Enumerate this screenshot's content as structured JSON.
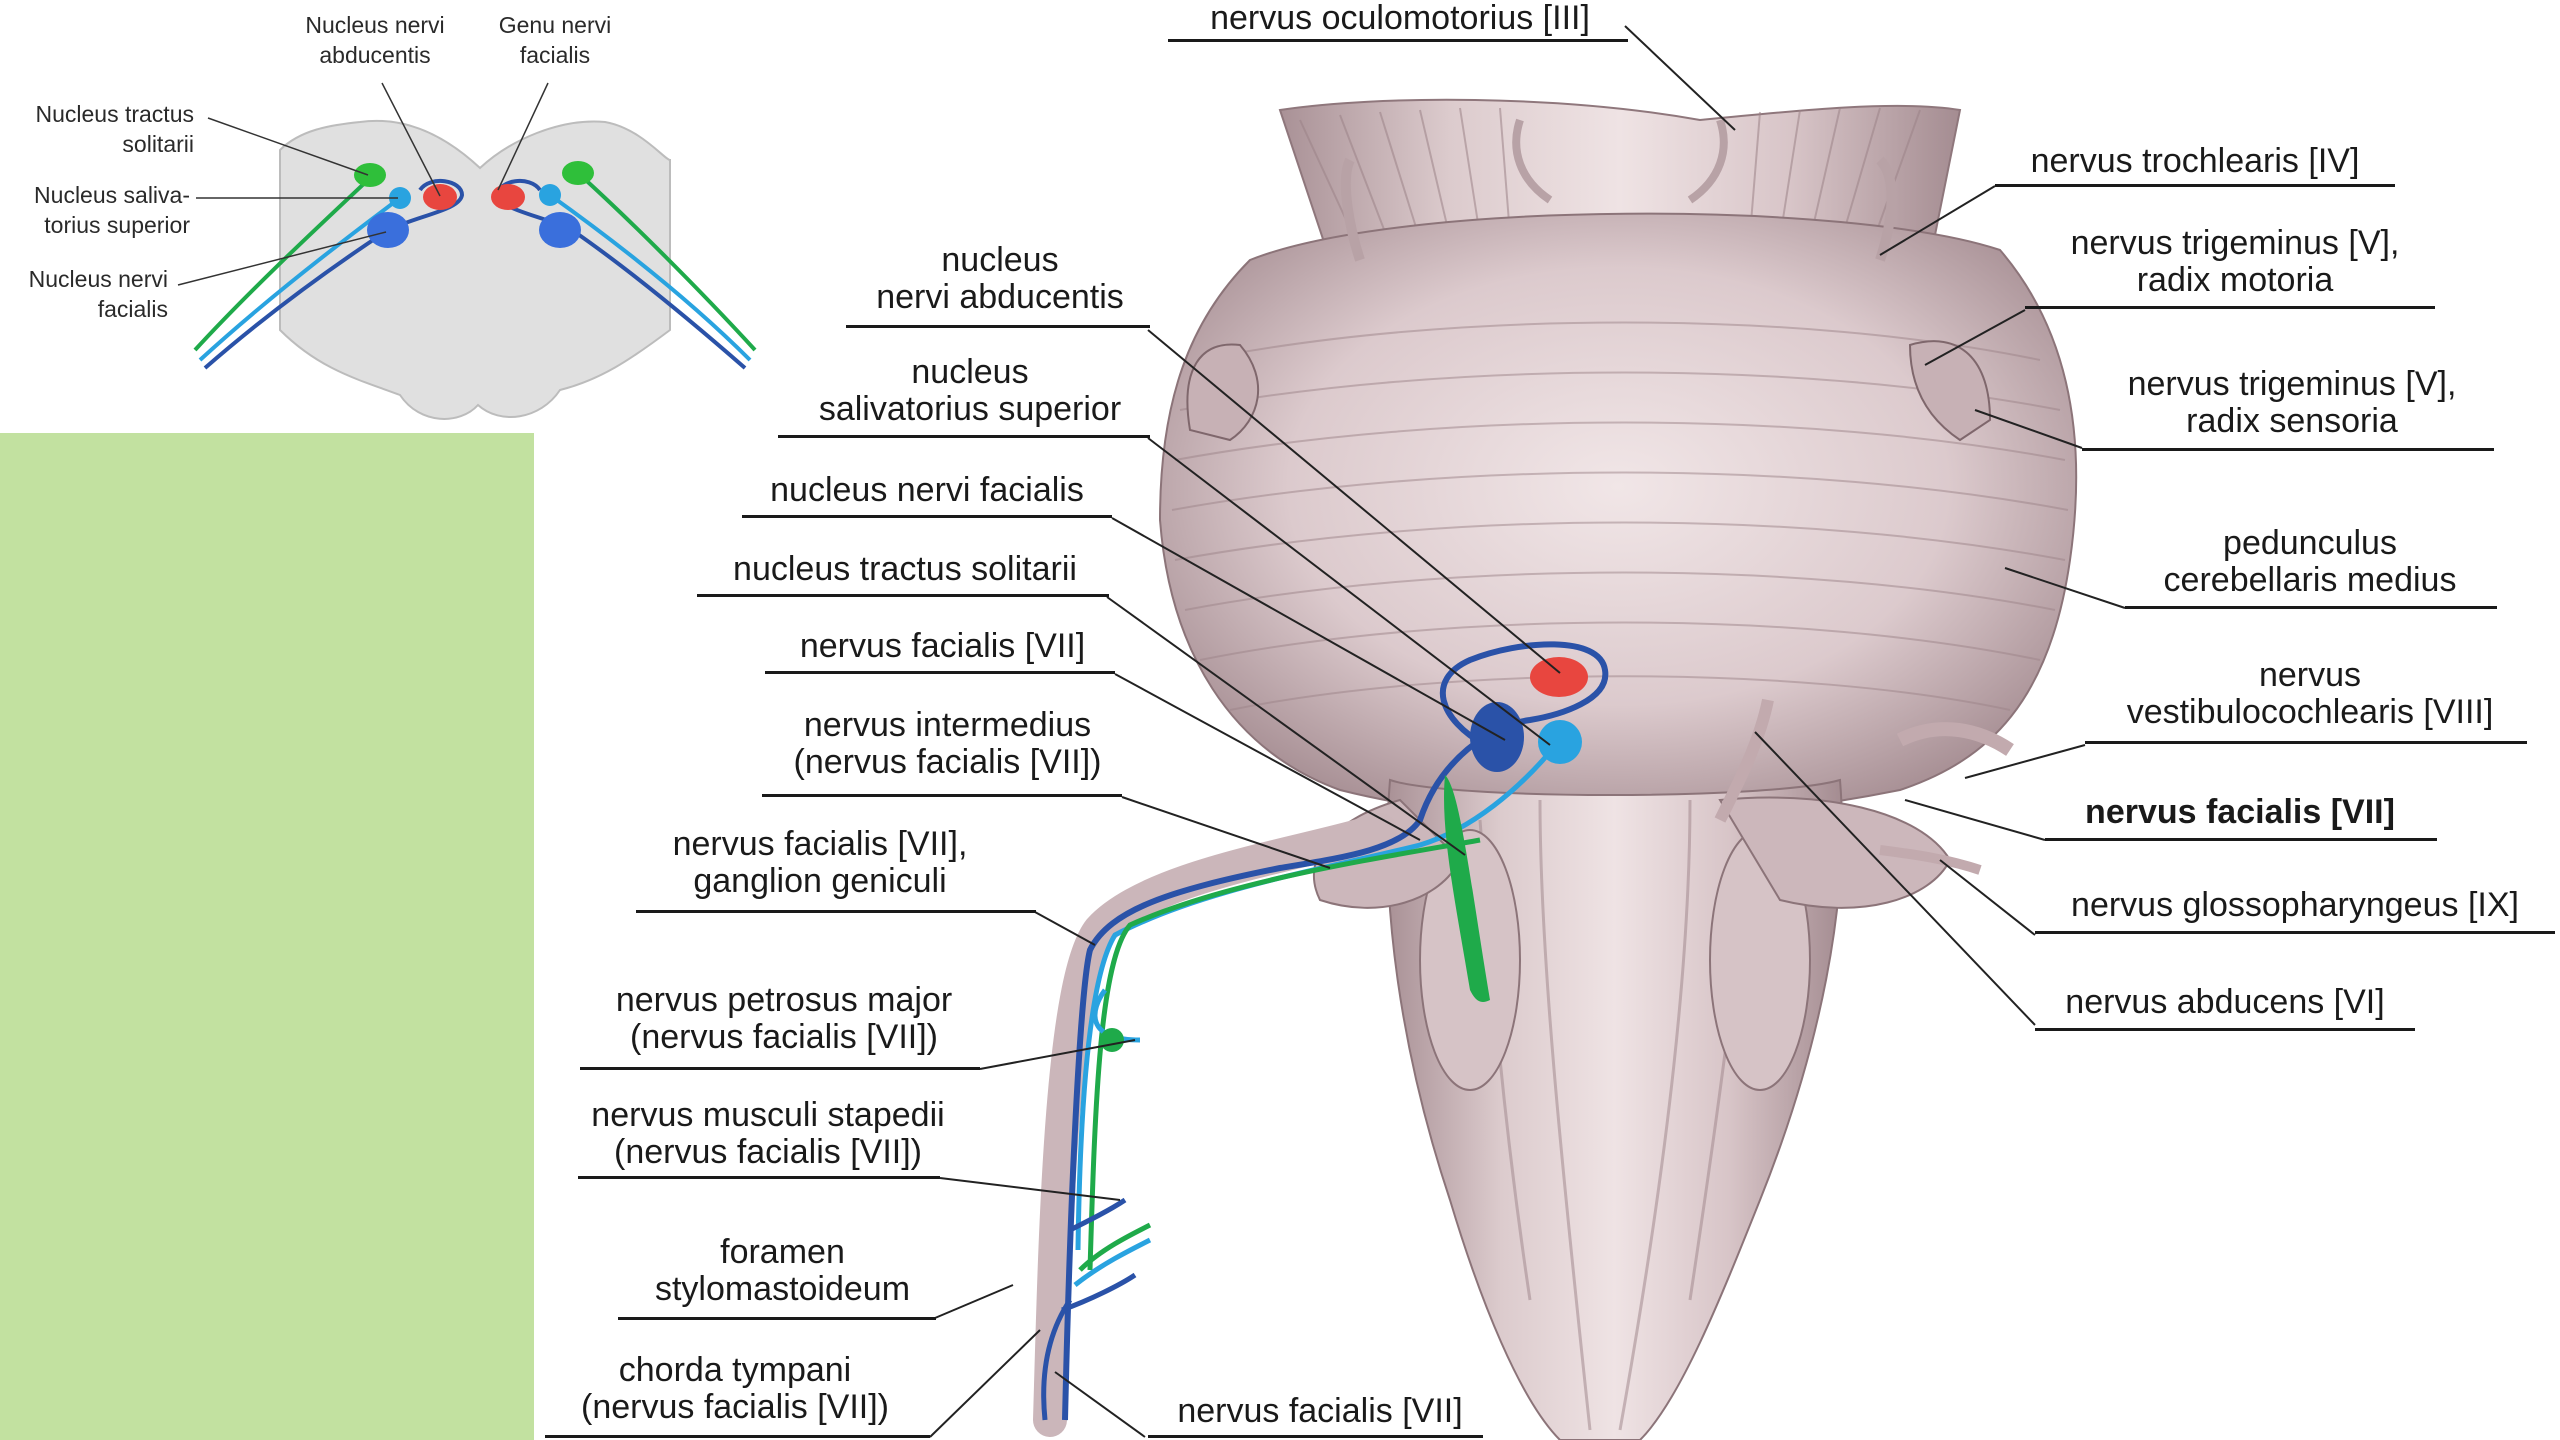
{
  "inset": {
    "labels": {
      "nucleus_nervi_abducentis": [
        "Nucleus nervi",
        "abducentis"
      ],
      "genu_nervi_facialis": [
        "Genu nervi",
        "facialis"
      ],
      "nucleus_tractus_solitarii": [
        "Nucleus tractus",
        "solitarii"
      ],
      "nucleus_salivatorius_superior": [
        "Nucleus saliva-",
        "torius superior"
      ],
      "nucleus_nervi_facialis": [
        "Nucleus nervi",
        "facialis"
      ]
    }
  },
  "labels": {
    "oculomotorius": [
      "nervus oculomotorius [III]"
    ],
    "trochlearis": [
      "nervus trochlearis [IV]"
    ],
    "trigeminus_motoria": [
      "nervus trigeminus [V],",
      "radix motoria"
    ],
    "trigeminus_sensoria": [
      "nervus trigeminus [V],",
      "radix sensoria"
    ],
    "pedunculus": [
      "pedunculus",
      "cerebellaris medius"
    ],
    "vestibulocochlearis": [
      "nervus",
      "vestibulocochlearis [VIII]"
    ],
    "facialis_right": [
      "nervus facialis [VII]"
    ],
    "glossopharyngeus": [
      "nervus glossopharyngeus [IX]"
    ],
    "abducens": [
      "nervus abducens [VI]"
    ],
    "nucleus_abducentis": [
      "nucleus",
      "nervi abducentis"
    ],
    "nucleus_salivatorius": [
      "nucleus",
      "salivatorius superior"
    ],
    "nucleus_facialis": [
      "nucleus nervi facialis"
    ],
    "nucleus_solitarii": [
      "nucleus tractus solitarii"
    ],
    "facialis_left": [
      "nervus facialis [VII]"
    ],
    "intermedius": [
      "nervus intermedius",
      "(nervus facialis [VII])"
    ],
    "ganglion": [
      "nervus facialis [VII],",
      "ganglion geniculi"
    ],
    "petrosus": [
      "nervus petrosus major",
      "(nervus facialis [VII])"
    ],
    "stapedii": [
      "nervus musculi stapedii",
      "(nervus facialis [VII])"
    ],
    "foramen": [
      "foramen",
      "stylomastoideum"
    ],
    "chorda": [
      "chorda tympani",
      "(nervus facialis [VII])"
    ],
    "facialis_bottom": [
      "nervus facialis [VII]"
    ]
  },
  "colors": {
    "motor_blue": "#2a52a8",
    "parasympathetic_lightblue": "#29a3e0",
    "sensory_green": "#1faa4a",
    "abducens_red": "#e8463f",
    "panel_green": "#c2e1a0",
    "brainstem": "#d9c8cb"
  }
}
